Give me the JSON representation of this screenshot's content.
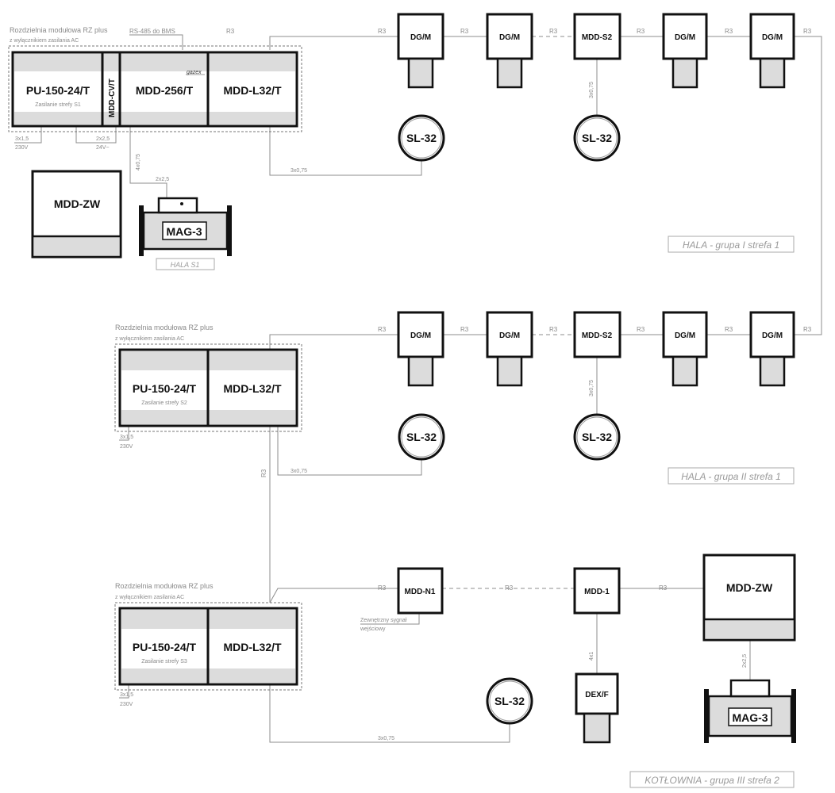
{
  "panels": {
    "p1": {
      "title": "Rozdzielnia modułowa RZ plus",
      "subtitle": "z wyłącznikiem zasilania AC",
      "pu": "PU-150-24/T",
      "pu_sub": "Zasilanie strefy S1",
      "cv": "MDD-CV/T",
      "mdd256": "MDD-256/T",
      "gazex": "gazex",
      "l32": "MDD-L32/T",
      "cable_power": "3x1,5",
      "voltage_power": "230V",
      "cable_24v": "2x2,5",
      "voltage_24v": "24V~",
      "bms": "RS-485 do BMS",
      "cable_valve": "4x0,75"
    },
    "p2": {
      "title": "Rozdzielnia modułowa RZ plus",
      "subtitle": "z wyłącznikiem zasilania AC",
      "pu": "PU-150-24/T",
      "pu_sub": "Zasilanie strefy S2",
      "l32": "MDD-L32/T",
      "cable_power": "3x1,5",
      "voltage_power": "230V"
    },
    "p3": {
      "title": "Rozdzielnia modułowa RZ plus",
      "subtitle": "z wyłącznikiem zasilania AC",
      "pu": "PU-150-24/T",
      "pu_sub": "Zasilanie strefy S3",
      "l32": "MDD-L32/T",
      "cable_power": "3x1,5",
      "voltage_power": "230V"
    }
  },
  "devices": {
    "dgm": "DG/M",
    "mdds2": "MDD-S2",
    "sl32": "SL-32",
    "mddzw": "MDD-ZW",
    "mag3": "MAG-3",
    "mddn1": "MDD-N1",
    "mdd1": "MDD-1",
    "dexf": "DEX/F",
    "ext_signal_1": "Zewnętrzny sygnał",
    "ext_signal_2": "wejściowy"
  },
  "cables": {
    "r3": "R3",
    "c3x075": "3x0,75",
    "c2x25": "2x2,5",
    "c4x1": "4x1",
    "c2x25b": "2x2,5"
  },
  "zones": {
    "hala_s1": "HALA S1",
    "z1": "HALA - grupa I strefa 1",
    "z2": "HALA - grupa II strefa 1",
    "z3": "KOTŁOWNIA - grupa III strefa 2"
  },
  "colors": {
    "line": "#8c8c8c",
    "device_border": "#111111",
    "device_fill": "#ffffff",
    "device_grey": "#dcdcdc"
  }
}
